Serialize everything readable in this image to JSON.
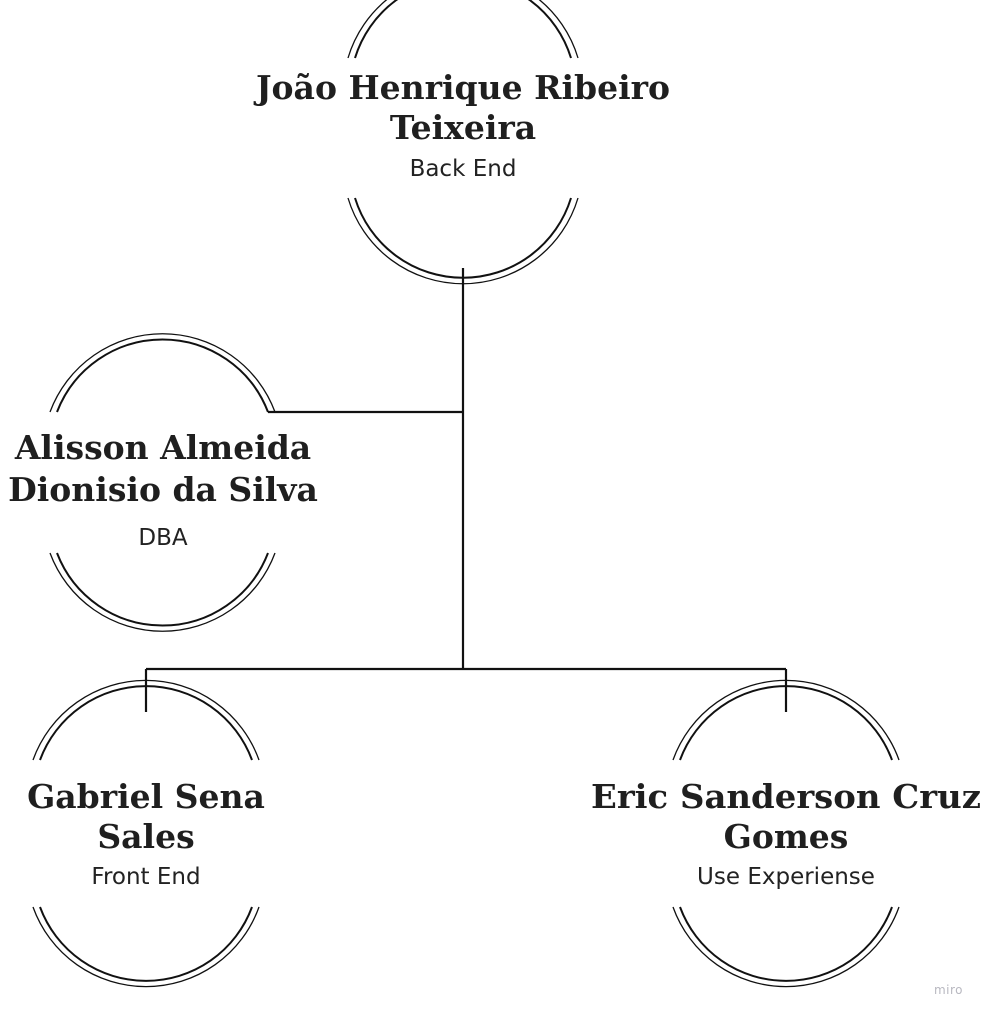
{
  "nodes": [
    {
      "id": "joao",
      "name_lines": [
        "João Henrique Ribeiro",
        "Teixeira"
      ],
      "role": "Back End"
    },
    {
      "id": "alisson",
      "name_lines": [
        "Alisson Almeida",
        "Dionisio da Silva"
      ],
      "role": "DBA"
    },
    {
      "id": "gabriel",
      "name_lines": [
        "Gabriel Sena",
        "Sales"
      ],
      "role": "Front End"
    },
    {
      "id": "eric",
      "name_lines": [
        "Eric Sanderson Cruz",
        "Gomes"
      ],
      "role": "Use Experiense"
    }
  ],
  "watermark": "miro",
  "colors": {
    "line": "#111111",
    "text": "#1f1f1f",
    "watermark": "#b8b8c0"
  }
}
